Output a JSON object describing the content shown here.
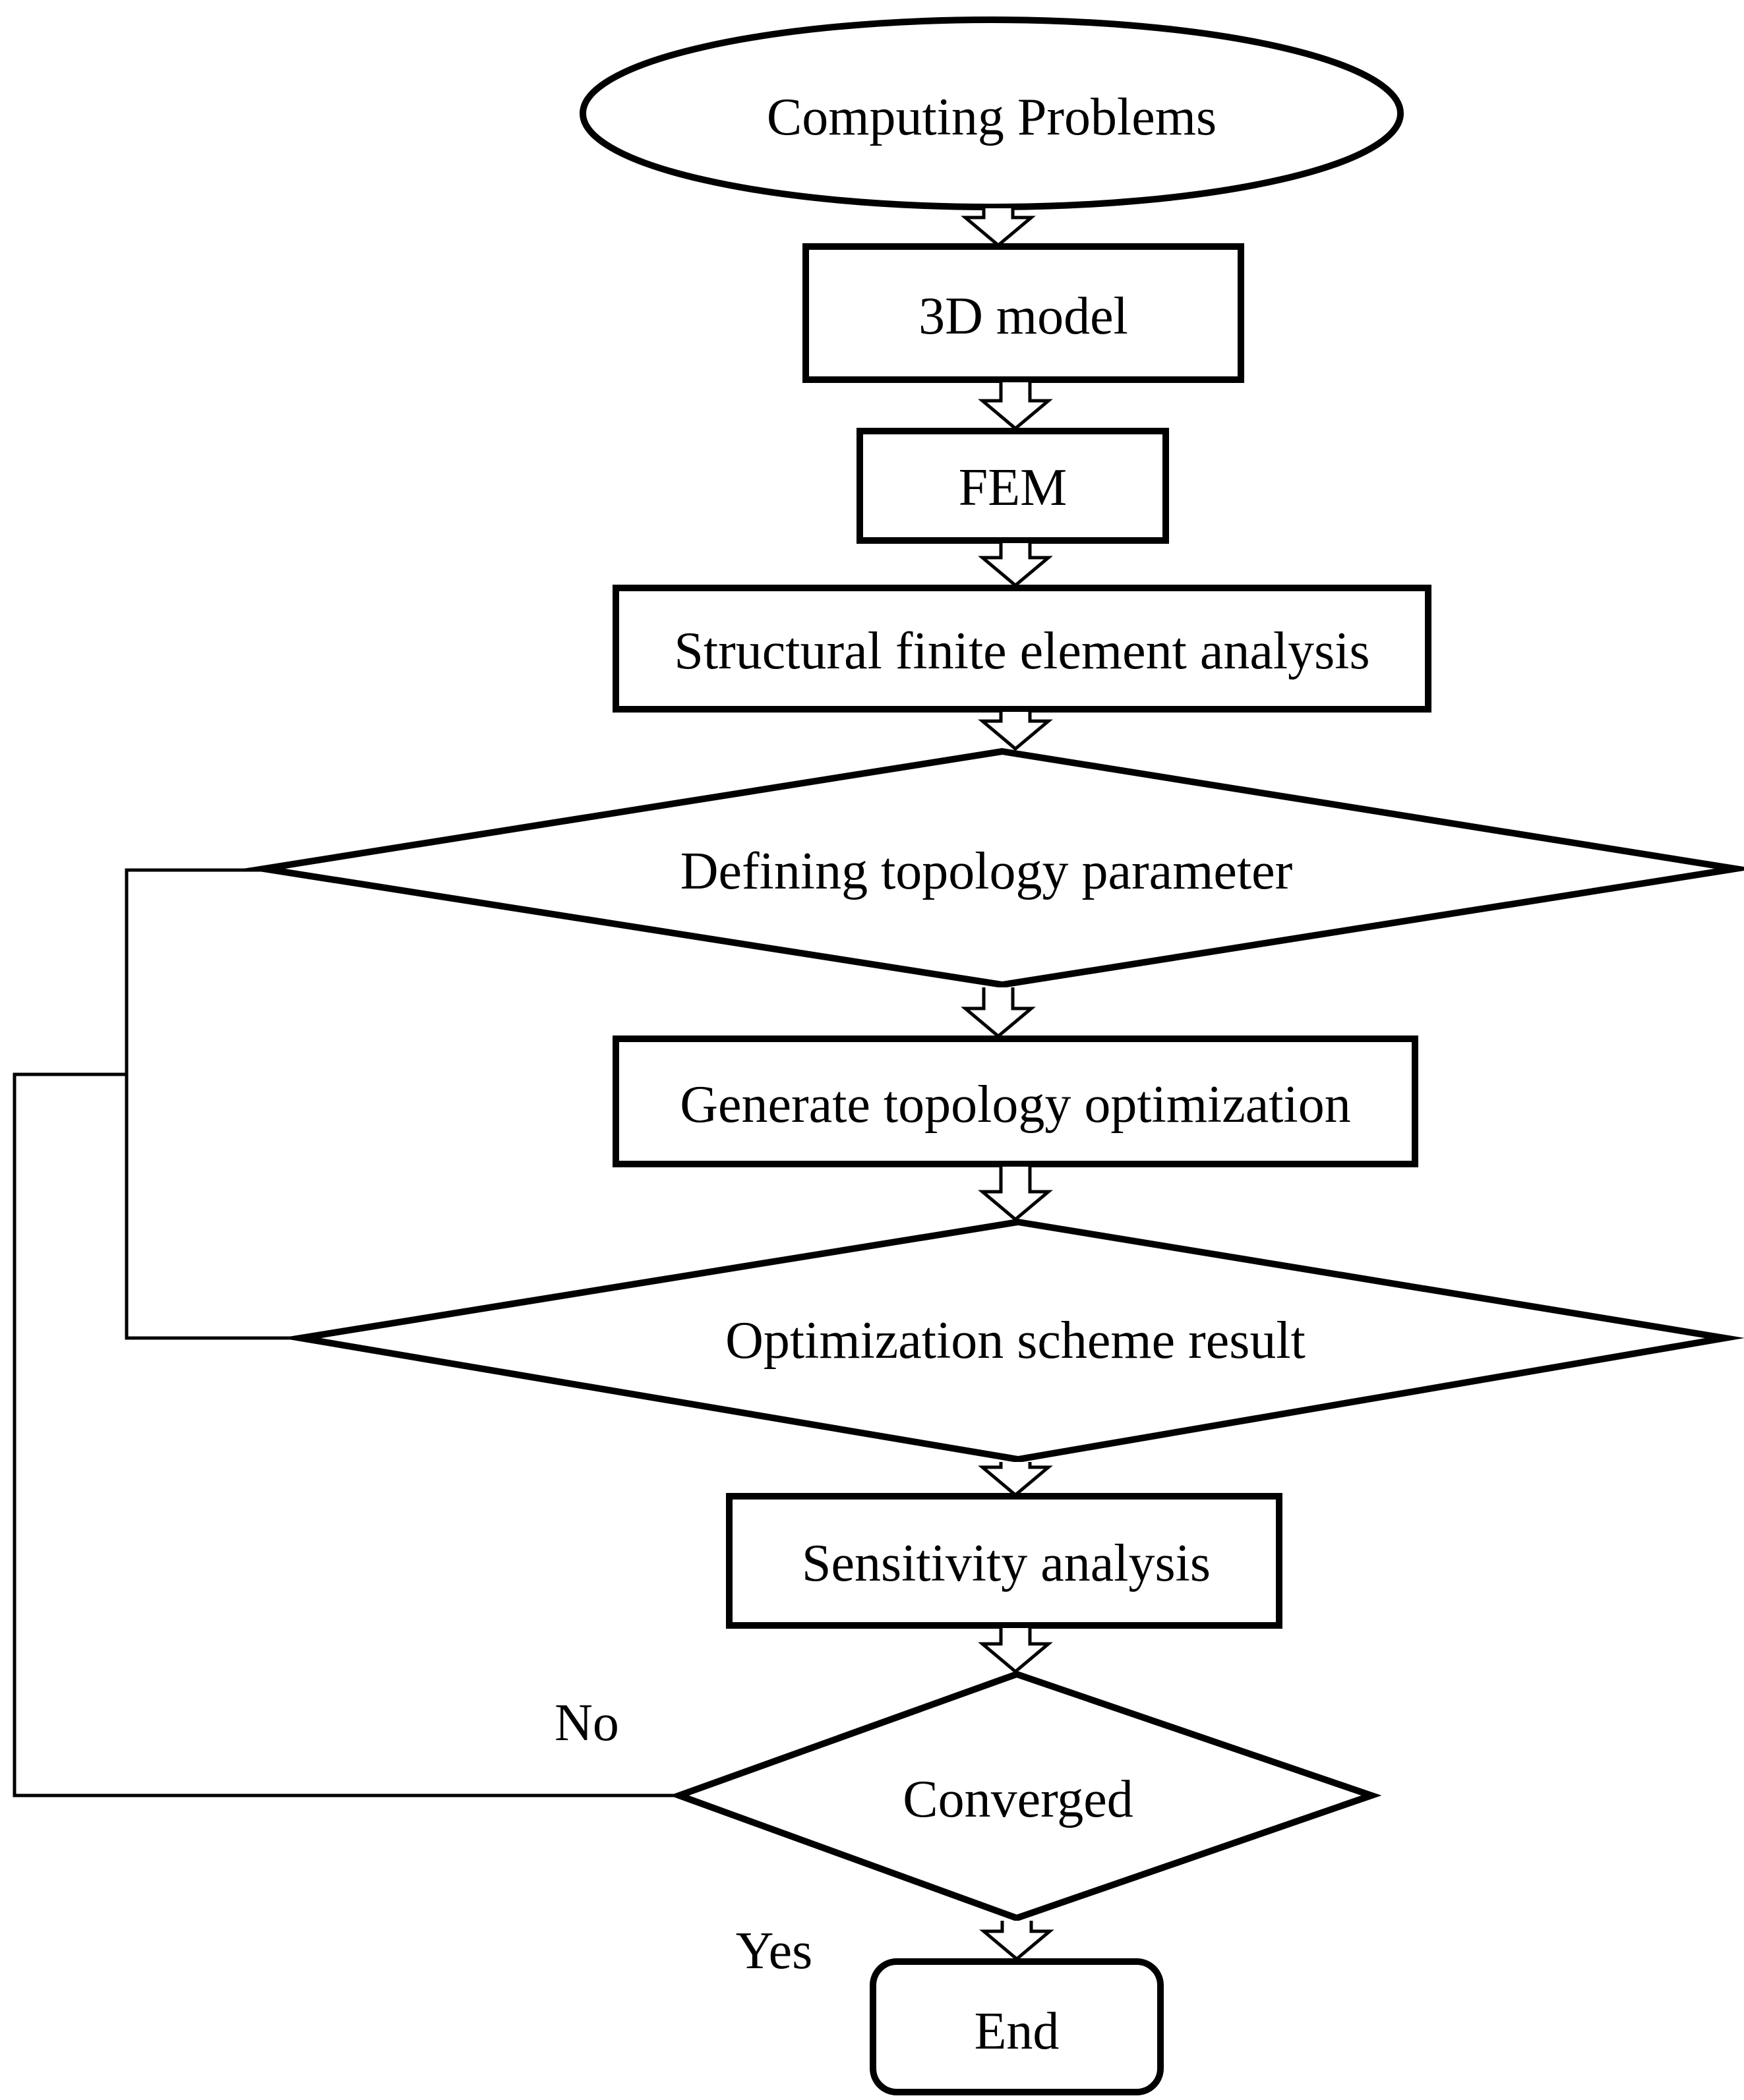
{
  "flowchart": {
    "background": "#ffffff",
    "stroke_color": "#000000",
    "shape_fill": "#ffffff",
    "nodes": {
      "start": {
        "label": "Computing Problems",
        "shape": "ellipse"
      },
      "model_3d": {
        "label": "3D model",
        "shape": "process"
      },
      "fem": {
        "label": "FEM",
        "shape": "process"
      },
      "structural_fea": {
        "label": "Structural finite element analysis",
        "shape": "process"
      },
      "defining_topology_parameter": {
        "label": "Defining topology parameter",
        "shape": "decision"
      },
      "generate_topology_optimization": {
        "label": "Generate topology optimization",
        "shape": "process"
      },
      "optimization_scheme_result": {
        "label": "Optimization scheme result",
        "shape": "decision"
      },
      "sensitivity_analysis": {
        "label": "Sensitivity analysis",
        "shape": "process"
      },
      "converged": {
        "label": "Converged",
        "shape": "decision"
      },
      "end": {
        "label": "End",
        "shape": "terminator"
      }
    },
    "branch_labels": {
      "no": "No",
      "yes": "Yes"
    },
    "edges": [
      {
        "from": "start",
        "to": "model_3d",
        "type": "flow"
      },
      {
        "from": "model_3d",
        "to": "fem",
        "type": "flow"
      },
      {
        "from": "fem",
        "to": "structural_fea",
        "type": "flow"
      },
      {
        "from": "structural_fea",
        "to": "defining_topology_parameter",
        "type": "flow"
      },
      {
        "from": "defining_topology_parameter",
        "to": "generate_topology_optimization",
        "type": "flow"
      },
      {
        "from": "generate_topology_optimization",
        "to": "optimization_scheme_result",
        "type": "flow"
      },
      {
        "from": "optimization_scheme_result",
        "to": "sensitivity_analysis",
        "type": "flow"
      },
      {
        "from": "optimization_scheme_result",
        "to": "defining_topology_parameter",
        "type": "feedback"
      },
      {
        "from": "sensitivity_analysis",
        "to": "converged",
        "type": "flow"
      },
      {
        "from": "converged",
        "to": "end",
        "label": "Yes",
        "type": "flow"
      },
      {
        "from": "converged",
        "to": "defining_topology_parameter",
        "label": "No",
        "type": "feedback"
      }
    ]
  }
}
